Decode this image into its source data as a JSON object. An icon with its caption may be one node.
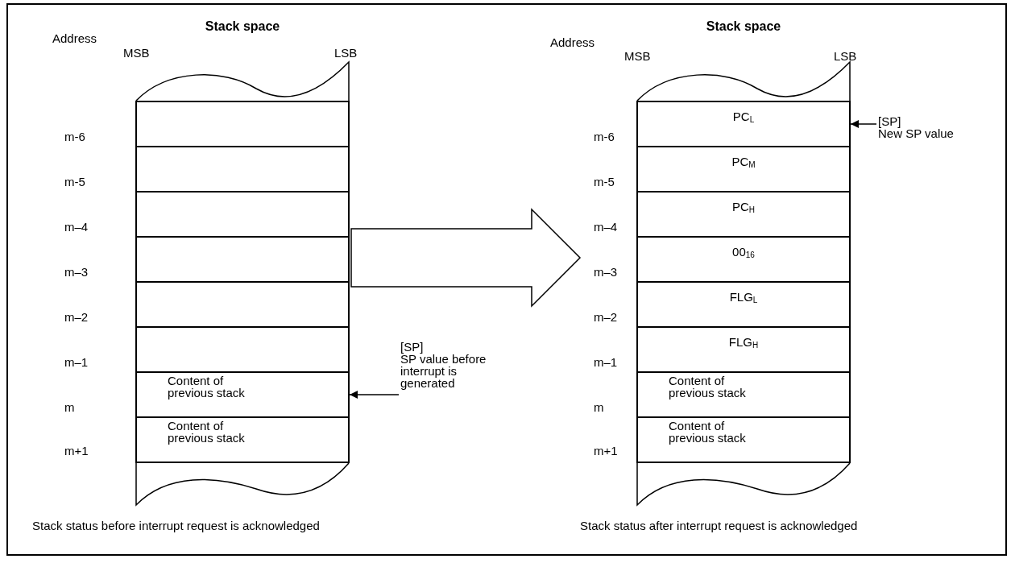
{
  "diagram": {
    "nodes": [
      {
        "text": [
          "Stack space"
        ],
        "beside": [
          "Stack status before interrupt request is acknowledged"
        ]
      },
      {
        "text": [],
        "shape": "box",
        "in": 0
      },
      {
        "text": [],
        "shape": "box",
        "in": 0
      },
      {
        "text": [],
        "shape": "box",
        "in": 0
      },
      {
        "text": [],
        "shape": "box",
        "in": 0
      },
      {
        "text": [],
        "shape": "box",
        "in": 0
      },
      {
        "text": [],
        "shape": "box",
        "in": 0
      },
      {
        "text": [
          "Content of previous stack"
        ],
        "in": 0
      },
      {
        "text": [
          "Content of previous stack"
        ],
        "in": 0
      },
      {
        "text": [
          "[SP]",
          "SP value before interrupt is generated"
        ]
      },
      {
        "text": [
          "Stack space"
        ],
        "beside": [
          "Stack status after interrupt request is acknowledged"
        ]
      },
      {
        "text": [
          "PC$_{L}$"
        ],
        "in": 10
      },
      {
        "text": [
          "PC$_{M}$"
        ],
        "in": 10
      },
      {
        "text": [
          "PC$_{H}$"
        ],
        "in": 10
      },
      {
        "text": [
          "00$_{16}$"
        ],
        "in": 10
      },
      {
        "text": [
          "FLG$_{L}$"
        ],
        "in": 10
      },
      {
        "text": [
          "FLG$_{H}$"
        ],
        "in": 10
      },
      {
        "text": [
          "Content of previous stack"
        ],
        "in": 10
      },
      {
        "text": [
          "Content of previous stack"
        ],
        "in": 10
      },
      {
        "text": [
          "[SP]",
          "New SP value"
        ]
      }
    ],
    "edges": [
      {
        "from": 0,
        "to": 10,
        "arrow": "to",
        "style": "thick"
      },
      {
        "from": 9,
        "to": 7,
        "arrow": "to"
      },
      {
        "from": 19,
        "to": 11,
        "arrow": "to"
      }
    ],
    "labels": [
      "Address",
      "MSB",
      "LSB",
      "m-6",
      "m-5",
      "m–4",
      "m–3",
      "m–2",
      "m–1",
      "m",
      "m+1",
      "Address",
      "MSB",
      "LSB",
      "m-6",
      "m-5",
      "m–4",
      "m–3",
      "m–2",
      "m–1",
      "m",
      "m+1"
    ]
  }
}
